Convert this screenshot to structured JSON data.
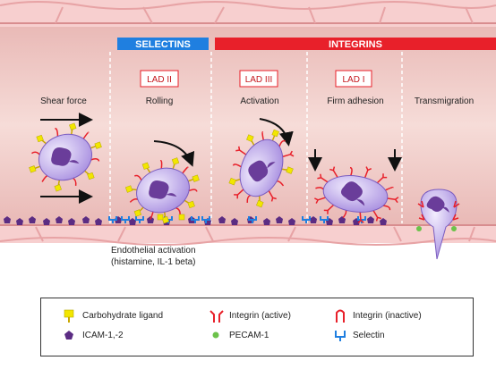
{
  "sections": {
    "selectins": "SELECTINS",
    "integrins": "INTEGRINS"
  },
  "lad": {
    "lad2": "LAD II",
    "lad3": "LAD III",
    "lad1": "LAD I"
  },
  "steps": {
    "shear": "Shear force",
    "rolling": "Rolling",
    "activation": "Activation",
    "firm": "Firm adhesion",
    "transmigration": "Transmigration"
  },
  "endothelial": {
    "line1": "Endothelial activation",
    "line2": "(histamine, IL-1 beta)"
  },
  "legend": {
    "carb": "Carbohydrate ligand",
    "integrin_active": "Integrin (active)",
    "integrin_inactive": "Integrin (inactive)",
    "icam": "ICAM-1,-2",
    "pecam": "PECAM-1",
    "selectin": "Selectin"
  },
  "colors": {
    "selectin_bar": "#1f7fe0",
    "integrin_bar": "#e8202a",
    "vessel_wall": "#f5c9c9",
    "lumen": "#f2d5d0",
    "cell_body": "#c9b6ee",
    "nucleus": "#6a3d9a",
    "carb_ligand": "#f2e600",
    "icam": "#5b2c83",
    "pecam": "#6cc24a"
  }
}
